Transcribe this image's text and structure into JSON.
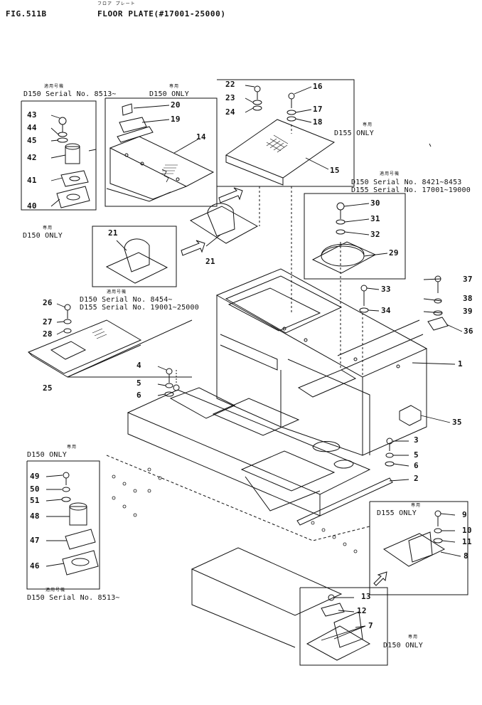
{
  "header": {
    "fig": "FIG.511B",
    "jp_title": "フロア プレート",
    "title": "FLOOR PLATE(#17001-25000)"
  },
  "notes": [
    {
      "id": "n1a",
      "text": "適用号機"
    },
    {
      "id": "n1b",
      "text": "D150  Serial No. 8513~"
    },
    {
      "id": "n2a",
      "text": "専用"
    },
    {
      "id": "n2b",
      "text": "D150  ONLY"
    },
    {
      "id": "n3a",
      "text": "専用"
    },
    {
      "id": "n3b",
      "text": "D155  ONLY"
    },
    {
      "id": "n4a",
      "text": "適用号機"
    },
    {
      "id": "n4b",
      "text": "D150  Serial No. 8421~8453"
    },
    {
      "id": "n4c",
      "text": "D155  Serial No. 17001~19000"
    },
    {
      "id": "n5a",
      "text": "専用"
    },
    {
      "id": "n5b",
      "text": "D150  ONLY"
    },
    {
      "id": "n6a",
      "text": "適用号機"
    },
    {
      "id": "n6b",
      "text": "D150  Serial No. 8454~"
    },
    {
      "id": "n6c",
      "text": "D155  Serial No. 19001~25000"
    },
    {
      "id": "n7a",
      "text": "専用"
    },
    {
      "id": "n7b",
      "text": "D150  ONLY"
    },
    {
      "id": "n8a",
      "text": "適用号機"
    },
    {
      "id": "n8b",
      "text": "D150  Serial No. 8513~"
    },
    {
      "id": "n9a",
      "text": "専用"
    },
    {
      "id": "n9b",
      "text": "D155  ONLY"
    },
    {
      "id": "n10a",
      "text": "専用"
    },
    {
      "id": "n10b",
      "text": "D150  ONLY"
    }
  ],
  "part_numbers": [
    "1",
    "2",
    "3",
    "4",
    "5",
    "6",
    "7",
    "8",
    "9",
    "10",
    "11",
    "12",
    "13",
    "14",
    "15",
    "16",
    "17",
    "18",
    "19",
    "20",
    "21",
    "21",
    "22",
    "23",
    "24",
    "25",
    "26",
    "27",
    "28",
    "29",
    "30",
    "31",
    "32",
    "33",
    "34",
    "35",
    "36",
    "37",
    "38",
    "39",
    "40",
    "41",
    "42",
    "43",
    "44",
    "45",
    "46",
    "47",
    "48",
    "49",
    "50",
    "51",
    "5",
    "6"
  ],
  "colors": {
    "ink": "#111111",
    "paper": "#ffffff"
  }
}
